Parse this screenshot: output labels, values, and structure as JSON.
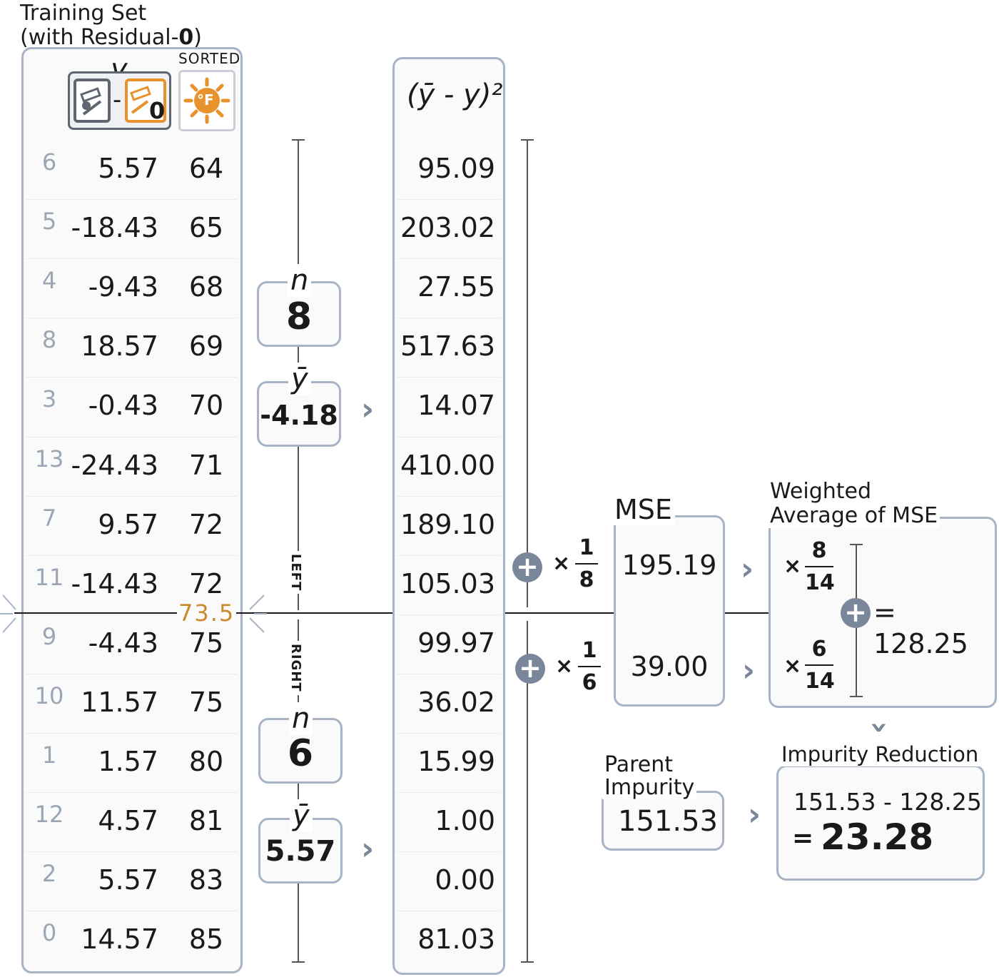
{
  "training_set": {
    "title_line1": "Training Set",
    "title_line2": "(with Residual-",
    "title_bold": "0",
    "title_close": ")",
    "y_symbol": "y",
    "minus": "-",
    "sub_zero": "0",
    "sorted_label": "SORTED",
    "temp_unit": "°F",
    "rows": [
      {
        "idx": "6",
        "res": "5.57",
        "temp": "64"
      },
      {
        "idx": "5",
        "res": "-18.43",
        "temp": "65"
      },
      {
        "idx": "4",
        "res": "-9.43",
        "temp": "68"
      },
      {
        "idx": "8",
        "res": "18.57",
        "temp": "69"
      },
      {
        "idx": "3",
        "res": "-0.43",
        "temp": "70"
      },
      {
        "idx": "13",
        "res": "-24.43",
        "temp": "71"
      },
      {
        "idx": "7",
        "res": "9.57",
        "temp": "72"
      },
      {
        "idx": "11",
        "res": "-14.43",
        "temp": "72"
      },
      {
        "idx": "9",
        "res": "-4.43",
        "temp": "75"
      },
      {
        "idx": "10",
        "res": "11.57",
        "temp": "75"
      },
      {
        "idx": "1",
        "res": "1.57",
        "temp": "80"
      },
      {
        "idx": "12",
        "res": "4.57",
        "temp": "81"
      },
      {
        "idx": "2",
        "res": "5.57",
        "temp": "83"
      },
      {
        "idx": "0",
        "res": "14.57",
        "temp": "85"
      }
    ],
    "split_value": "73.5"
  },
  "left": {
    "label": "LEFT",
    "n_symbol": "n",
    "n_value": "8",
    "ybar_symbol": "ȳ",
    "ybar_value": "-4.18"
  },
  "right": {
    "label": "RIGHT",
    "n_symbol": "n",
    "n_value": "6",
    "ybar_symbol": "ȳ",
    "ybar_value": "5.57"
  },
  "squared": {
    "header": "(ȳ - y)²",
    "values": [
      "95.09",
      "203.02",
      "27.55",
      "517.63",
      "14.07",
      "410.00",
      "189.10",
      "105.03",
      "99.97",
      "36.02",
      "15.99",
      "1.00",
      "0.00",
      "81.03"
    ]
  },
  "mse": {
    "title": "MSE",
    "times": "×",
    "left_num": "1",
    "left_den": "8",
    "left_value": "195.19",
    "right_num": "1",
    "right_den": "6",
    "right_value": "39.00"
  },
  "weighted": {
    "title_line1": "Weighted",
    "title_line2": "Average of MSE",
    "times": "×",
    "left_num": "8",
    "left_den": "14",
    "right_num": "6",
    "right_den": "14",
    "result": "= 128.25"
  },
  "parent": {
    "title_line1": "Parent",
    "title_line2": "Impurity",
    "value": "151.53"
  },
  "reduction": {
    "title": "Impurity Reduction",
    "expression": "151.53 - 128.25",
    "equals": "=",
    "result": "23.28"
  },
  "colors": {
    "panel_border": "#a9b3c6",
    "icon_gray": "#5f6672",
    "icon_orange": "#e8922c",
    "split_orange": "#c88a2c",
    "index_gray": "#9ba6b5"
  }
}
